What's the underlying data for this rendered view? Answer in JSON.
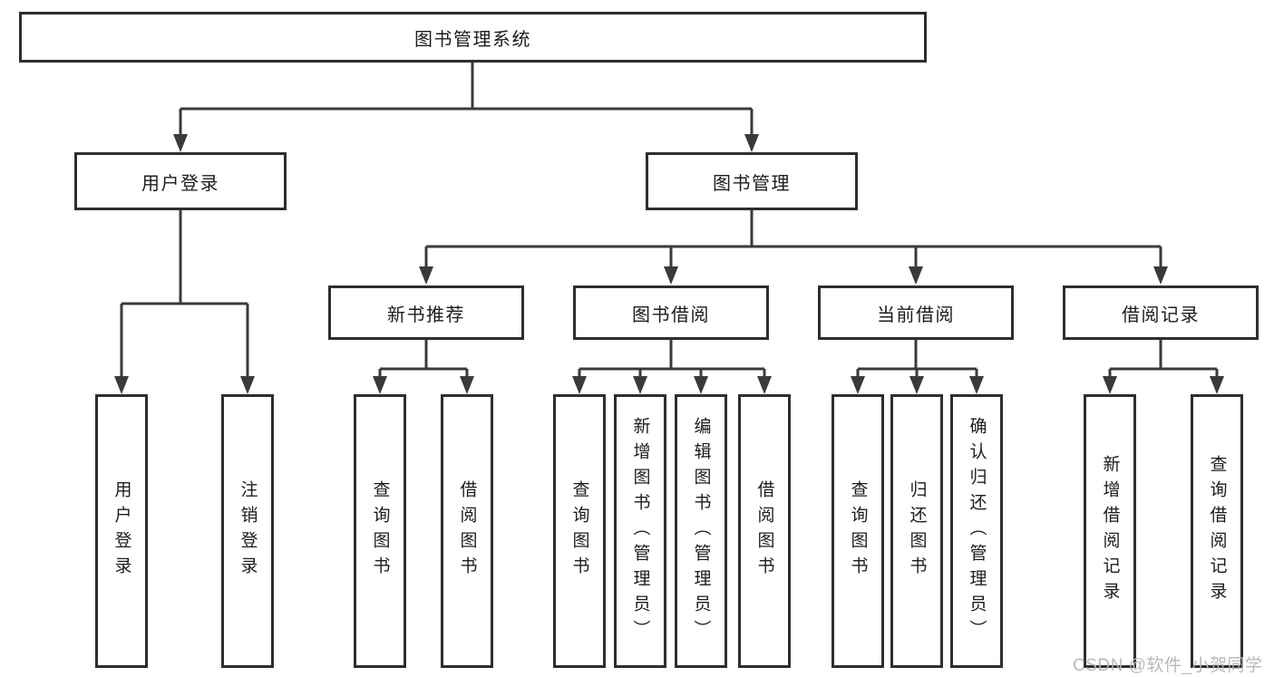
{
  "tree": {
    "label": "图书管理系统",
    "children": [
      {
        "label": "用户登录",
        "children": [
          {
            "label": "用户登录"
          },
          {
            "label": "注销登录"
          }
        ]
      },
      {
        "label": "图书管理",
        "children": [
          {
            "label": "新书推荐",
            "children": [
              {
                "label": "查询图书"
              },
              {
                "label": "借阅图书"
              }
            ]
          },
          {
            "label": "图书借阅",
            "children": [
              {
                "label": "查询图书"
              },
              {
                "label": "新增图书（管理员）"
              },
              {
                "label": "编辑图书（管理员）"
              },
              {
                "label": "借阅图书"
              }
            ]
          },
          {
            "label": "当前借阅",
            "children": [
              {
                "label": "查询图书"
              },
              {
                "label": "归还图书"
              },
              {
                "label": "确认归还（管理员）"
              }
            ]
          },
          {
            "label": "借阅记录",
            "children": [
              {
                "label": "新增借阅记录"
              },
              {
                "label": "查询借阅记录"
              }
            ]
          }
        ]
      }
    ]
  },
  "watermark": "CSDN @软件_小贺同学",
  "colors": {
    "line": "#3a3a3a",
    "box_border": "#2e2e2e",
    "box_fill": "#ffffff",
    "text": "#1c1c1c",
    "watermark_text": "#b5b5b5",
    "background": "#ffffff"
  }
}
